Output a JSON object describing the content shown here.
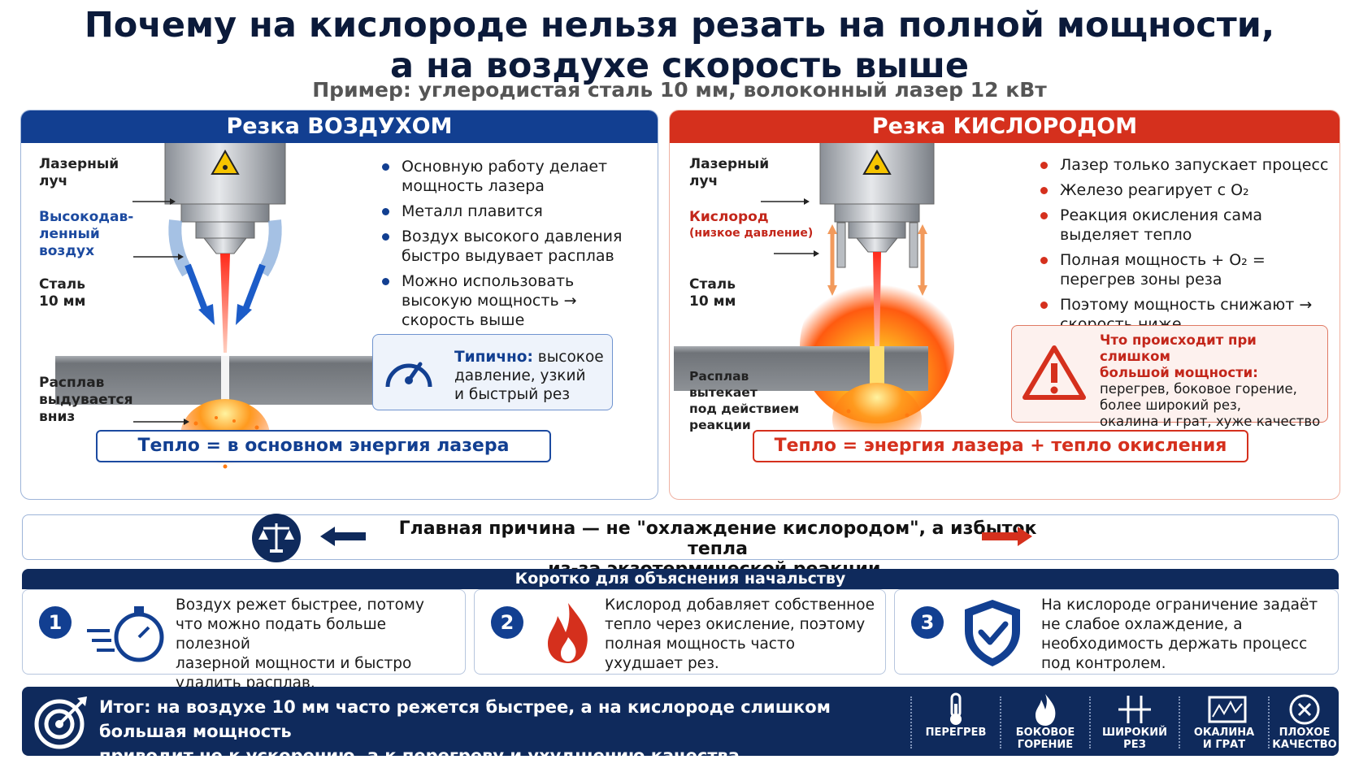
{
  "title": {
    "line1": "Почему на кислороде нельзя резать на полной мощности,",
    "line2": "а на воздухе скорость выше"
  },
  "subtitle": "Пример: углеродистая сталь 10 мм, волоконный лазер 12 кВт",
  "colors": {
    "air_blue": "#123f91",
    "oxygen_red": "#d5301d",
    "navy": "#0f2a5c"
  },
  "air": {
    "header": "Резка ВОЗДУХОМ",
    "labels": {
      "laser_beam": [
        "Лазерный",
        "луч"
      ],
      "high_pressure_air": [
        "Высокодав-",
        "ленный",
        "воздух"
      ],
      "steel": [
        "Сталь",
        "10 мм"
      ],
      "melt": [
        "Расплав",
        "выдувается",
        "вниз"
      ]
    },
    "bullets": [
      [
        "Основную работу делает",
        "мощность лазера"
      ],
      [
        "Металл плавится"
      ],
      [
        "Воздух высокого давления",
        "быстро выдувает расплав"
      ],
      [
        "Можно использовать",
        "высокую мощность →",
        "скорость выше"
      ]
    ],
    "typical": {
      "strong": "Типично:",
      "rest1": " высокое",
      "rest2": "давление, узкий",
      "rest3": "и быстрый рез"
    },
    "heat": "Тепло  = в основном энергия лазера"
  },
  "oxygen": {
    "header": "Резка КИСЛОРОДОМ",
    "labels": {
      "laser_beam": [
        "Лазерный",
        "луч"
      ],
      "oxygen": "Кислород",
      "oxygen_note": "(низкое давление)",
      "steel": [
        "Сталь",
        "10 мм"
      ],
      "melt": [
        "Расплав",
        "вытекает",
        "под действием",
        "реакции"
      ]
    },
    "bullets": [
      [
        "Лазер только запускает процесс"
      ],
      [
        "Железо реагирует с O₂"
      ],
      [
        "Реакция окисления сама",
        "выделяет тепло"
      ],
      [
        "Полная мощность + O₂ =",
        "перегрев зоны реза"
      ],
      [
        "Поэтому мощность снижают →",
        "скорость ниже"
      ]
    ],
    "warning": {
      "title": [
        "Что происходит при слишком",
        "большой мощности:"
      ],
      "body": [
        "перегрев, боковое горение,",
        "более широкий рез,",
        "окалина и грат, хуже качество"
      ]
    },
    "heat": "Тепло  = энергия лазера + тепло окисления"
  },
  "reason": {
    "line1": "Главная причина — не \"охлаждение кислородом\", а избыток тепла",
    "line2": "из-за экзотермической реакции."
  },
  "short_header": "Коротко для объяснения начальству",
  "cards": [
    {
      "num": "1",
      "lines": [
        "Воздух режет быстрее, потому",
        "что можно подать больше полезной",
        "лазерной мощности и быстро",
        "удалить расплав."
      ]
    },
    {
      "num": "2",
      "lines": [
        "Кислород добавляет собственное",
        "тепло через окисление, поэтому",
        "полная мощность часто",
        "ухудшает рез."
      ]
    },
    {
      "num": "3",
      "lines": [
        "На кислороде ограничение задаёт",
        "не слабое охлаждение, а",
        "необходимость держать процесс",
        "под контролем."
      ]
    }
  ],
  "summary": {
    "line1": "Итог: на воздухе 10 мм часто режется быстрее, а на кислороде слишком большая мощность",
    "line2": "приводит не к ускорению, а к перегреву и ухудшению качества.",
    "icons": [
      {
        "label": [
          "ПЕРЕГРЕВ"
        ],
        "icon": "thermometer-icon"
      },
      {
        "label": [
          "БОКОВОЕ",
          "ГОРЕНИЕ"
        ],
        "icon": "flame-icon"
      },
      {
        "label": [
          "ШИРОКИЙ",
          "РЕЗ"
        ],
        "icon": "width-arrows-icon"
      },
      {
        "label": [
          "ОКАЛИНА",
          "И ГРАТ"
        ],
        "icon": "dross-icon"
      },
      {
        "label": [
          "ПЛОХОЕ",
          "КАЧЕСТВО"
        ],
        "icon": "x-circle-icon"
      }
    ]
  }
}
